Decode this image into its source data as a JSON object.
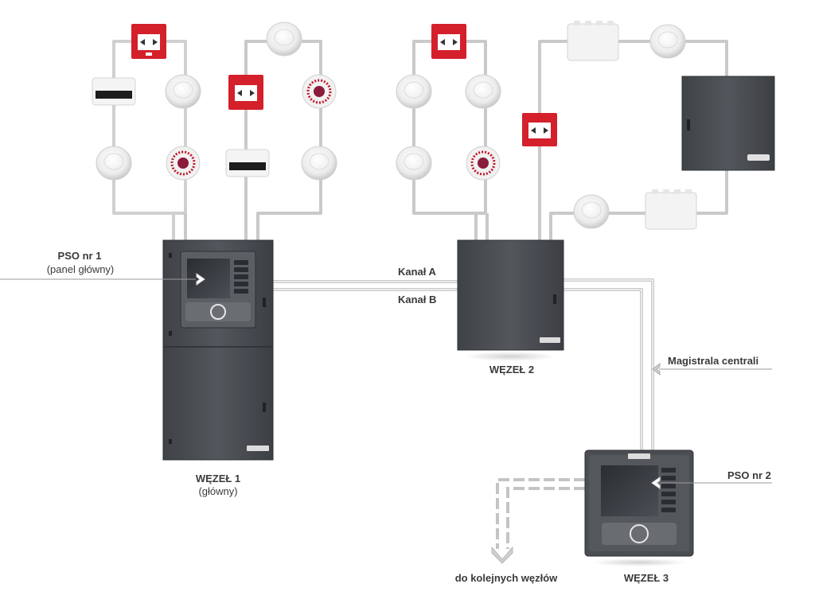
{
  "labels": {
    "pso1_title": "PSO nr 1",
    "pso1_sub": "(panel główny)",
    "kanal_a": "Kanał A",
    "kanal_b": "Kanał B",
    "wezel1_title": "WĘZEŁ 1",
    "wezel1_sub": "(główny)",
    "wezel2_title": "WĘZEŁ 2",
    "wezel3_title": "WĘZEŁ 3",
    "magistrala": "Magistrala centrali",
    "pso2_title": "PSO nr 2",
    "next_nodes": "do kolejnych węzłów"
  },
  "colors": {
    "cable": "#c8c8c8",
    "panel_body": "#4a4d52",
    "panel_dark": "#3c3f44",
    "call_point_red": "#d4202a",
    "sounder_red": "#c0162a",
    "label_text": "#3a3a3a",
    "pointer_line": "#8a8a8a"
  },
  "devices": [
    {
      "kind": "call-point-icon"
    },
    {
      "kind": "beam-detector-icon"
    },
    {
      "kind": "smoke-detector-icon"
    },
    {
      "kind": "smoke-detector-icon"
    },
    {
      "kind": "sounder-icon"
    },
    {
      "kind": "call-point-icon"
    },
    {
      "kind": "smoke-detector-icon"
    },
    {
      "kind": "sounder-icon"
    },
    {
      "kind": "beam-detector-icon"
    },
    {
      "kind": "smoke-detector-icon"
    },
    {
      "kind": "call-point-icon"
    },
    {
      "kind": "smoke-detector-icon"
    },
    {
      "kind": "smoke-detector-icon"
    },
    {
      "kind": "smoke-detector-icon"
    },
    {
      "kind": "sounder-icon"
    },
    {
      "kind": "junction-box-icon"
    },
    {
      "kind": "smoke-detector-icon"
    },
    {
      "kind": "call-point-icon"
    },
    {
      "kind": "smoke-detector-icon"
    },
    {
      "kind": "junction-box-icon"
    }
  ]
}
